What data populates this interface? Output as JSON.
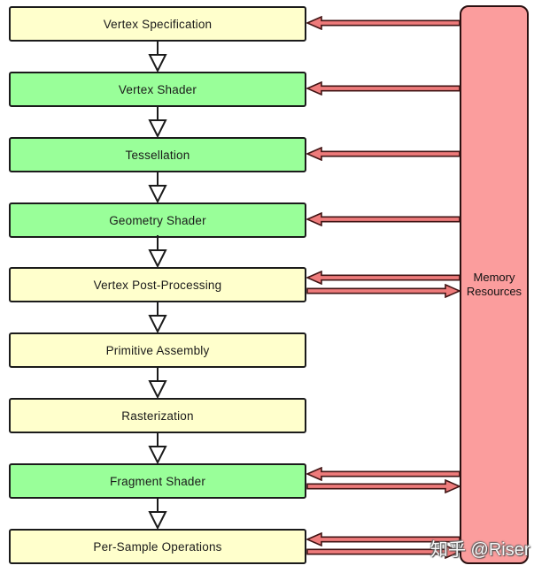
{
  "diagram": {
    "stages": [
      {
        "label": "Vertex Specification",
        "fill": "#FFFFCC",
        "memory_arrows": "from-memory"
      },
      {
        "label": "Vertex Shader",
        "fill": "#99FF99",
        "memory_arrows": "from-memory"
      },
      {
        "label": "Tessellation",
        "fill": "#99FF99",
        "memory_arrows": "from-memory"
      },
      {
        "label": "Geometry Shader",
        "fill": "#99FF99",
        "memory_arrows": "from-memory"
      },
      {
        "label": "Vertex Post-Processing",
        "fill": "#FFFFCC",
        "memory_arrows": "bidirectional"
      },
      {
        "label": "Primitive Assembly",
        "fill": "#FFFFCC",
        "memory_arrows": "none"
      },
      {
        "label": "Rasterization",
        "fill": "#FFFFCC",
        "memory_arrows": "none"
      },
      {
        "label": "Fragment Shader",
        "fill": "#99FF99",
        "memory_arrows": "bidirectional"
      },
      {
        "label": "Per-Sample Operations",
        "fill": "#FFFFCC",
        "memory_arrows": "bidirectional"
      }
    ],
    "memory": {
      "label": "Memory Resources"
    },
    "flow": "top-to-bottom sequential arrows between consecutive stages",
    "colors": {
      "stage_yellow": "#FFFFCC",
      "stage_green": "#99FF99",
      "memory_pink": "#FB9D9D",
      "arrow_fill": "#EE7B7B",
      "arrow_outline": "#411414",
      "box_border": "#1b1b1b",
      "background": "#FFFFFF"
    }
  },
  "watermark": {
    "text": "知乎 @Riser"
  }
}
